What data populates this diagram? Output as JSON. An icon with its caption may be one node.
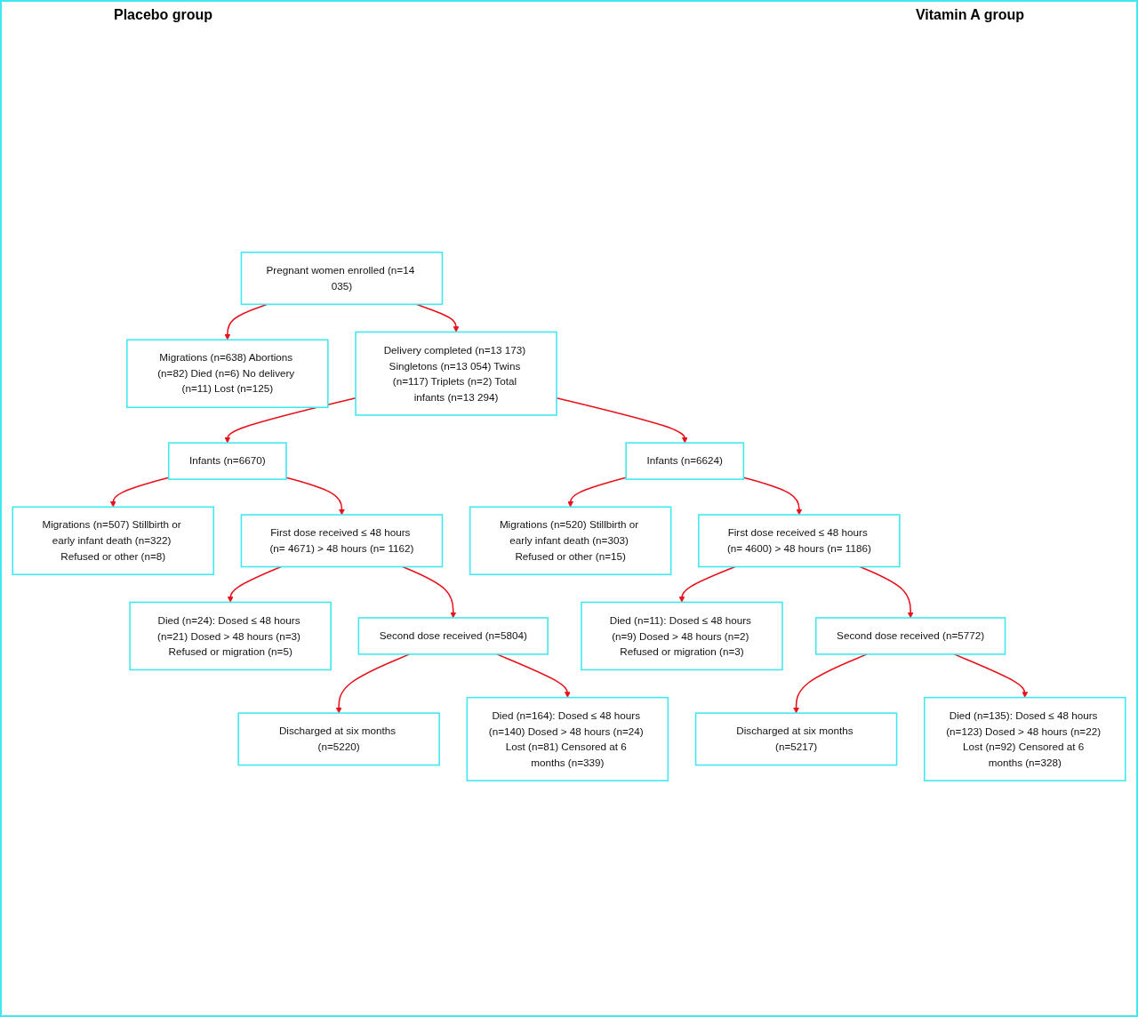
{
  "diagram": {
    "nodes": [
      {
        "text": [
          "Pregnant women enrolled (n=14 035)"
        ]
      },
      {
        "text": [
          "Migrations (n=638) Abortions (n=82) Died (n=6) No delivery (n=11) Lost (n=125)"
        ]
      },
      {
        "text": [
          "Delivery completed (n=13 173) Singletons (n=13 054) Twins (n=117) Triplets (n=2) Total infants (n=13 294)"
        ]
      },
      {
        "text": [
          "Infants (n=6670)"
        ]
      },
      {
        "text": [
          "Migrations (n=507) Stillbirth or early infant death (n=322) Refused or other (n=8)"
        ]
      },
      {
        "text": [
          "First dose received ≤ 48 hours (n= 4671) > 48 hours (n= 1162)"
        ]
      },
      {
        "text": [
          "Died (n=24): Dosed ≤ 48 hours (n=21) Dosed > 48 hours (n=3) Refused or migration (n=5)"
        ]
      },
      {
        "text": [
          "Second dose received (n=5804)"
        ]
      },
      {
        "text": [
          "Died (n=164): Dosed ≤ 48 hours (n=140) Dosed > 48 hours (n=24) Lost (n=81) Censored at 6 months (n=339)"
        ]
      },
      {
        "text": [
          "Discharged at six months (n=5220)"
        ]
      },
      {
        "text": [
          "Infants (n=6624)"
        ]
      },
      {
        "text": [
          "Migrations (n=520) Stillbirth or early infant death (n=303) Refused or other (n=15)"
        ]
      },
      {
        "text": [
          "First dose received ≤ 48 hours (n= 4600) > 48 hours (n= 1186)"
        ]
      },
      {
        "text": [
          "Died (n=11): Dosed ≤ 48 hours (n=9) Dosed > 48 hours (n=2) Refused or migration (n=3)"
        ]
      },
      {
        "text": [
          "Second dose received (n=5772)"
        ]
      },
      {
        "text": [
          "Died (n=135): Dosed ≤ 48 hours (n=123) Dosed > 48 hours (n=22) Lost (n=92) Censored at 6 months (n=328)"
        ]
      },
      {
        "text": [
          "Discharged at six months (n=5217)"
        ]
      }
    ],
    "edges": [
      {
        "from": 0,
        "to": 2,
        "arrow": "to"
      },
      {
        "from": 0,
        "to": 1,
        "arrow": "to"
      },
      {
        "from": 2,
        "to": 3,
        "arrow": "to"
      },
      {
        "from": 2,
        "to": 10,
        "arrow": "to"
      },
      {
        "from": 3,
        "to": 5,
        "arrow": "to"
      },
      {
        "from": 3,
        "to": 4,
        "arrow": "to"
      },
      {
        "from": 5,
        "to": 7,
        "arrow": "to"
      },
      {
        "from": 5,
        "to": 6,
        "arrow": "to"
      },
      {
        "from": 7,
        "to": 9,
        "arrow": "to"
      },
      {
        "from": 7,
        "to": 8,
        "arrow": "to"
      },
      {
        "from": 10,
        "to": 12,
        "arrow": "to"
      },
      {
        "from": 10,
        "to": 11,
        "arrow": "to"
      },
      {
        "from": 12,
        "to": 14,
        "arrow": "to"
      },
      {
        "from": 12,
        "to": 13,
        "arrow": "to"
      },
      {
        "from": 14,
        "to": 16,
        "arrow": "to"
      },
      {
        "from": 14,
        "to": 15,
        "arrow": "to"
      }
    ],
    "labels": [
      "Placebo group",
      "Vitamin A group"
    ]
  }
}
